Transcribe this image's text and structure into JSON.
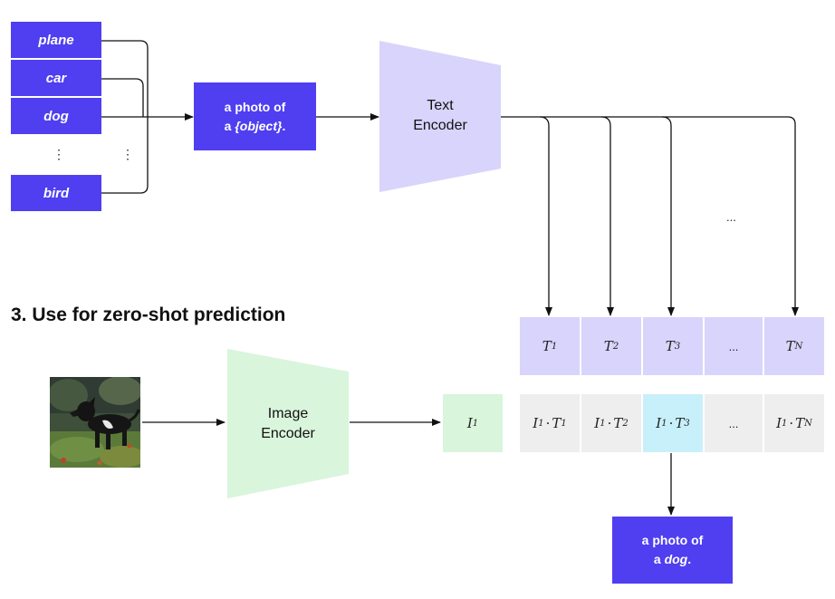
{
  "classes": [
    "plane",
    "car",
    "dog",
    "bird"
  ],
  "list_ellipsis": "⋮",
  "prompt": {
    "line1": "a photo of",
    "line2_prefix": "a ",
    "object": "{object}",
    "line2_suffix": "."
  },
  "text_encoder": {
    "line1": "Text",
    "line2": "Encoder"
  },
  "arrows_ellipsis": "...",
  "heading": "3. Use for zero-shot prediction",
  "image_encoder": {
    "line1": "Image",
    "line2": "Encoder"
  },
  "text_embeddings": [
    {
      "base": "T",
      "sub": "1"
    },
    {
      "base": "T",
      "sub": "2"
    },
    {
      "base": "T",
      "sub": "3"
    },
    {
      "ellipsis": "..."
    },
    {
      "base": "T",
      "sub": "N"
    }
  ],
  "image_embedding": {
    "base": "I",
    "sub": "1"
  },
  "dot_products": [
    {
      "a": "I",
      "a_sub": "1",
      "op": "·",
      "b": "T",
      "b_sub": "1"
    },
    {
      "a": "I",
      "a_sub": "1",
      "op": "·",
      "b": "T",
      "b_sub": "2"
    },
    {
      "a": "I",
      "a_sub": "1",
      "op": "·",
      "b": "T",
      "b_sub": "3",
      "highlight": true
    },
    {
      "ellipsis": "..."
    },
    {
      "a": "I",
      "a_sub": "1",
      "op": "·",
      "b": "T",
      "b_sub": "N"
    }
  ],
  "result": {
    "line1": "a photo of",
    "line2_prefix": "a ",
    "object": "dog",
    "line2_suffix": "."
  },
  "colors": {
    "class_box": "#4f3ff0",
    "text_encoder": "#d8d4fb",
    "image_encoder": "#d9f5dc",
    "text_cell": "#d8d4fb",
    "dot_cell": "#eeeeee",
    "highlight_cell": "#c8f0fb"
  }
}
